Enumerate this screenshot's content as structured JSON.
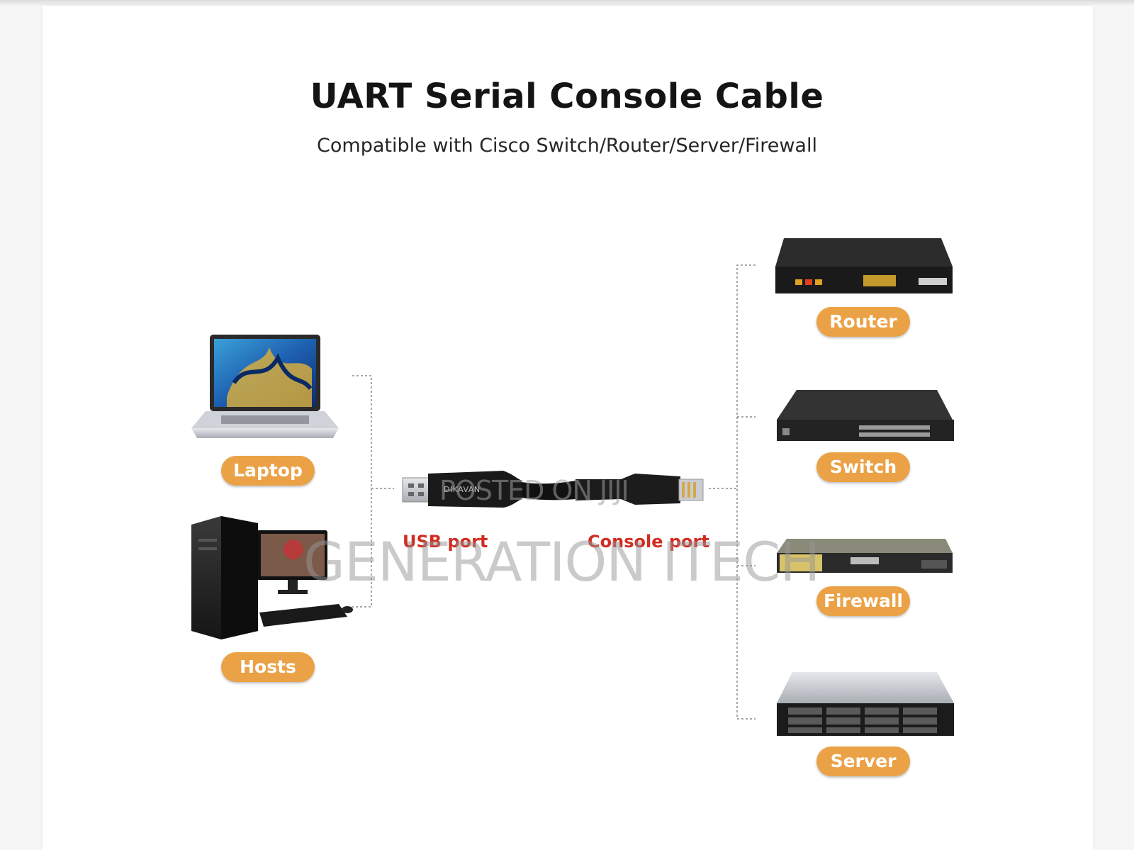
{
  "title": "UART Serial Console Cable",
  "subtitle": "Compatible with Cisco Switch/Router/Server/Firewall",
  "hosts": [
    {
      "label": "Laptop"
    },
    {
      "label": "Hosts"
    }
  ],
  "cable": {
    "brand": "DIKAVAN",
    "usb_label": "USB port",
    "console_label": "Console port"
  },
  "devices": [
    {
      "label": "Router"
    },
    {
      "label": "Switch"
    },
    {
      "label": "Firewall"
    },
    {
      "label": "Server"
    }
  ],
  "watermark": {
    "line1": "POSTED ON JIJI",
    "line2": "GENERATION ITECH"
  },
  "colors": {
    "badge": "#eba246",
    "port_text": "#d12c22"
  }
}
